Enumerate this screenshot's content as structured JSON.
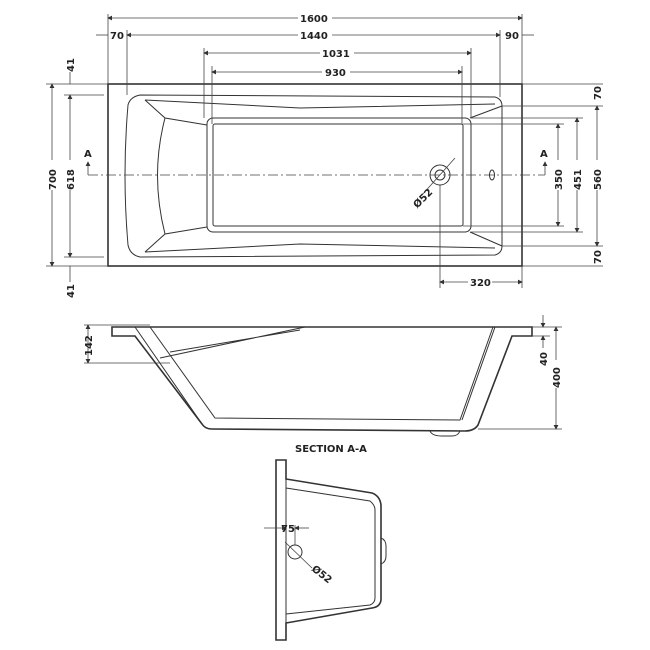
{
  "top_view": {
    "overall_length": "1600",
    "left_rim": "70",
    "inner_length": "1440",
    "right_rim": "90",
    "basin_length": "1031",
    "floor_length": "930",
    "overall_width": "700",
    "inner_width": "618",
    "top_offset": "41",
    "bottom_offset": "41",
    "right_top": "70",
    "right_bottom": "70",
    "basin_width": "560",
    "floor_width_outer": "451",
    "floor_width": "350",
    "waste_dia": "Ø52",
    "waste_offset": "320",
    "section_mark_left": "A",
    "section_mark_right": "A"
  },
  "side_view": {
    "headrest_height": "142",
    "rim_thickness": "40",
    "overall_height": "400"
  },
  "section": {
    "title": "SECTION A-A",
    "overflow_offset": "75",
    "overflow_dia": "Ø52"
  }
}
